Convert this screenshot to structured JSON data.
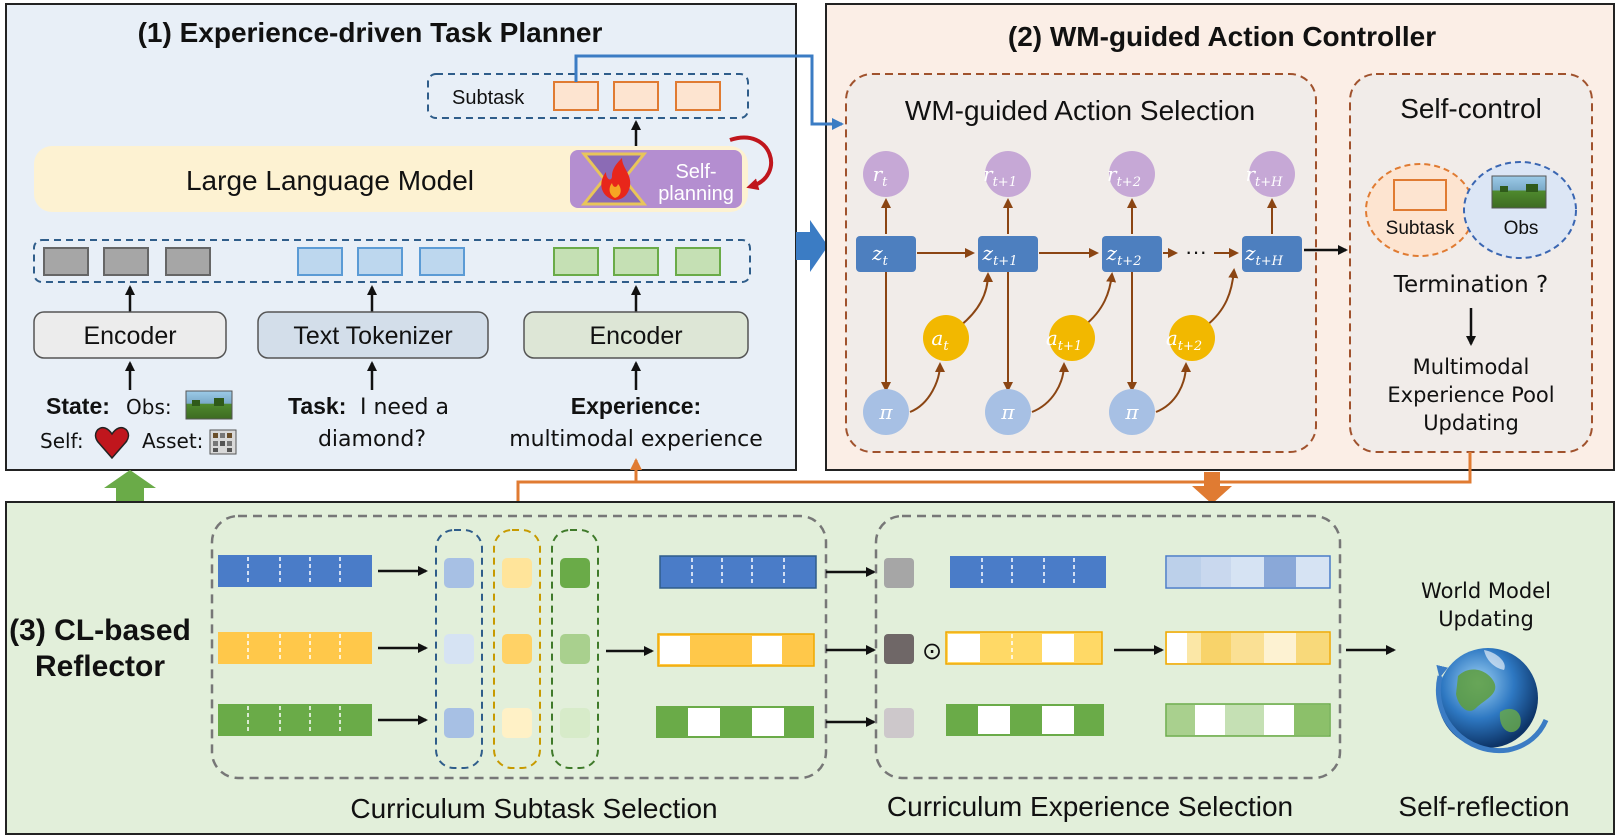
{
  "planner": {
    "title": "(1) Experience-driven Task Planner",
    "subtask_label": "Subtask",
    "llm_label": "Large Language Model",
    "self_planning": "Self-planning",
    "encoder_left": "Encoder",
    "text_tokenizer": "Text Tokenizer",
    "encoder_right": "Encoder",
    "state_bold": "State:",
    "obs_label": "Obs:",
    "self_label": "Self:",
    "asset_label": "Asset:",
    "task_bold": "Task:",
    "task_line1": "I need a",
    "task_line2": "diamond?",
    "experience_bold": "Experience:",
    "experience_text": "multimodal experience"
  },
  "controller": {
    "title": "(2) WM-guided Action Controller",
    "selection_title": "WM-guided Action Selection",
    "self_control_title": "Self-control",
    "subtask_label": "Subtask",
    "obs_label": "Obs",
    "termination": "Termination ?",
    "pool_line1": "Multimodal",
    "pool_line2": "Experience Pool",
    "pool_line3": "Updating",
    "ellipsis": "···",
    "pi": "π",
    "steps": [
      {
        "r": "r",
        "r_sub": "t",
        "z": "z",
        "z_sub": "t",
        "a": "a",
        "a_sub": "t"
      },
      {
        "r": "r",
        "r_sub": "t+1",
        "z": "z",
        "z_sub": "t+1",
        "a": "a",
        "a_sub": "t+1"
      },
      {
        "r": "r",
        "r_sub": "t+2",
        "z": "z",
        "z_sub": "t+2",
        "a": "a",
        "a_sub": "t+2"
      },
      {
        "r": "r",
        "r_sub": "t+H",
        "z": "z",
        "z_sub": "t+H"
      }
    ]
  },
  "reflector": {
    "title_line1": "(3) CL-based",
    "title_line2": "Reflector",
    "curriculum_subtask": "Curriculum Subtask Selection",
    "curriculum_experience": "Curriculum Experience Selection",
    "world_model_line1": "World Model",
    "world_model_line2": "Updating",
    "self_reflection": "Self-reflection",
    "odot": "⊙"
  },
  "colors": {
    "planner_bg": "#e8eff7",
    "controller_bg": "#fbeee6",
    "reflector_bg": "#e2efda",
    "blue_arrow": "#3b7cc4",
    "orange_arrow": "#e07b32",
    "green_arrow": "#6aab48",
    "node_blue": "#4d7fbf",
    "node_purple": "#c6a8d6",
    "node_yellow": "#f2b800",
    "node_lightblue": "#a7c0e4",
    "brown_arrow": "#8b4513"
  },
  "icons": [
    "heart-icon",
    "minecraft-obs-icon",
    "asset-grid-icon",
    "fire-icon",
    "hourglass-icon",
    "globe-icon",
    "loop-arrow-icon"
  ]
}
